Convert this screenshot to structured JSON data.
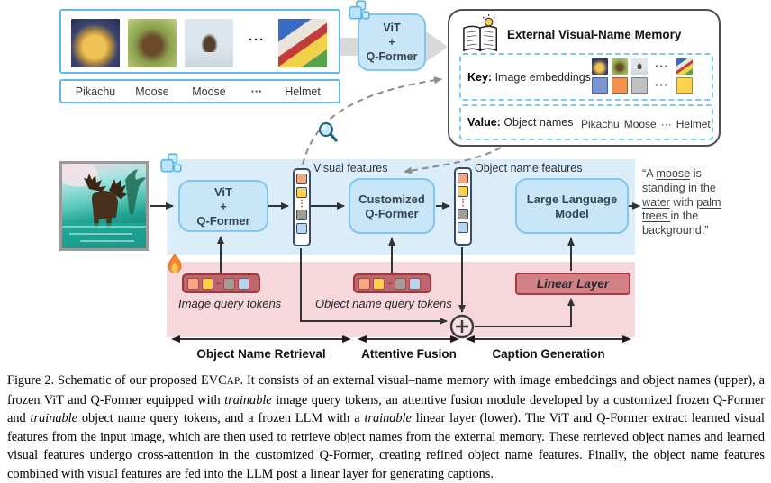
{
  "ui": {
    "ellipsis": "···",
    "vdots": "⋮"
  },
  "top_row": {
    "image_labels": [
      "Pikachu",
      "Moose",
      "Moose",
      "···",
      "Helmet"
    ],
    "images_ellipsis": "···",
    "encoder_lines": [
      "ViT",
      "+",
      "Q-Former"
    ]
  },
  "memory": {
    "title": "External Visual-Name Memory",
    "key_prefix": "Key:",
    "key_label": "Image embeddings",
    "value_prefix": "Value:",
    "value_label": "Object names",
    "value_names": [
      "Pikachu",
      "Moose",
      "···",
      "Helmet"
    ]
  },
  "pipeline": {
    "encoder_lines": [
      "ViT",
      "+",
      "Q-Former"
    ],
    "visual_features_label": "Visual features",
    "qformer_lines": [
      "Customized",
      "Q-Former"
    ],
    "object_name_features_label": "Object name features",
    "llm_lines": [
      "Large Language",
      "Model"
    ],
    "linear_layer_label": "Linear Layer",
    "image_query_tokens_label": "Image query tokens",
    "object_name_query_tokens_label": "Object name query tokens",
    "output_caption_parts": [
      {
        "t": "“A ",
        "u": false
      },
      {
        "t": "moose",
        "u": true
      },
      {
        "t": " is standing in the ",
        "u": false
      },
      {
        "t": "water",
        "u": true
      },
      {
        "t": " with ",
        "u": false
      },
      {
        "t": "palm trees ",
        "u": true
      },
      {
        "t": "in the background.”",
        "u": false
      }
    ]
  },
  "stages": [
    "Object Name Retrieval",
    "Attentive Fusion",
    "Caption Generation"
  ],
  "icons": {
    "frozen": "ice-cubes",
    "trainable": "flame",
    "retrieval": "magnifier",
    "memory": "open-book-lightbulb"
  },
  "colors": {
    "frozen_bg": "#DCEDFA",
    "train_bg": "#F6D8DC",
    "mod_fill": "#C9E6F8",
    "mod_border": "#7FC5EE",
    "mod_text": "#34454F",
    "tok_fill": "#BE666D",
    "tok_border": "#9C3A40",
    "lin_fill": "#D28186",
    "lin_border": "#A83A40",
    "mem_border": "#4F4F4F",
    "dash_border": "#7EC9F0",
    "imgbox_border": "#5FBCEA",
    "key_embedding_colors": [
      "#7B96D4",
      "#F0924E",
      "#C0C0C0",
      "#FFD44D"
    ],
    "feature_token_colors": [
      "#F5A77F",
      "#FBD14B",
      "#9F9F95",
      "#B5D6F0"
    ]
  },
  "figure_caption": {
    "parts": [
      {
        "t": "Figure 2. Schematic of our proposed EVC"
      },
      {
        "t": "AP",
        "s": "sc"
      },
      {
        "t": ". It consists of an external visual–name memory with image embeddings and object names (upper), a frozen ViT and Q-Former equipped with "
      },
      {
        "t": "trainable",
        "s": "i"
      },
      {
        "t": " image query tokens, an attentive fusion module developed by a customized frozen Q-Former and "
      },
      {
        "t": "trainable",
        "s": "i"
      },
      {
        "t": " object name query tokens, and a frozen LLM with a "
      },
      {
        "t": "trainable",
        "s": "i"
      },
      {
        "t": " linear layer (lower). The ViT and Q-Former extract learned visual features from the input image, which are then used to retrieve object names from the external memory. These retrieved object names and learned visual features undergo cross-attention in the customized Q-Former, creating refined object name features. Finally, the object name features combined with visual features are fed into the LLM post a linear layer for generating captions."
      }
    ]
  }
}
